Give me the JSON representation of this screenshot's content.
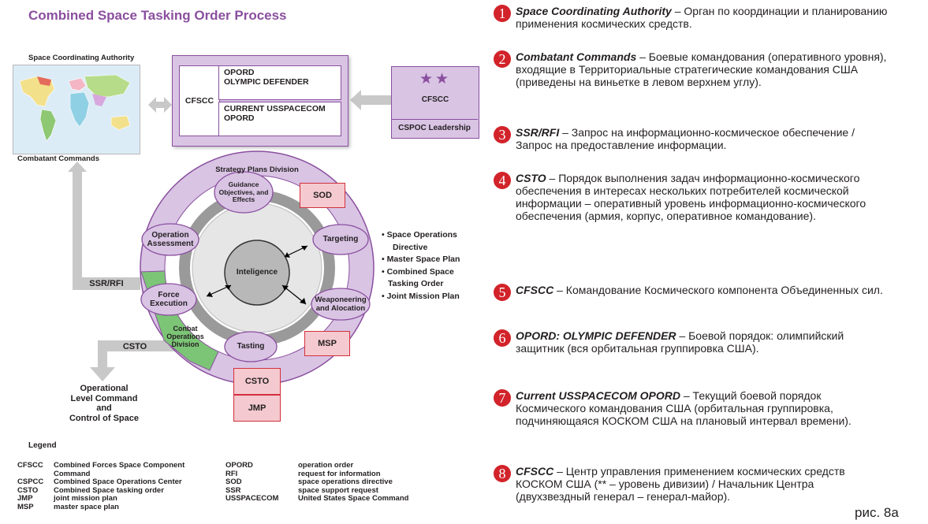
{
  "diagram": {
    "title": "Combined Space Tasking Order Process",
    "sca_label": "Space Coordinating Authority",
    "cc_label": "Combatant Commands",
    "top_box": {
      "cfscc": "CFSCC",
      "opord1": [
        "OPORD",
        "OLYMPIC DEFENDER"
      ],
      "opord2": [
        "CURRENT USSPACECOM",
        "OPORD"
      ]
    },
    "cspoc": {
      "stars": "★★",
      "label": "CFSCC",
      "bottom": "CSPOC Leadership"
    },
    "strategy_division": "Strategy Plans Division",
    "combat_division": [
      "Conbat",
      "Operations",
      "Division"
    ],
    "nodes": {
      "guidance": [
        "Guidance",
        "Objectives, and",
        "Effects"
      ],
      "targeting": "Targeting",
      "operation_assessment": [
        "Operation",
        "Assessment"
      ],
      "intelligence": "Inteligence",
      "force_execution": [
        "Force",
        "Execution"
      ],
      "weaponeering": [
        "Weaponeering",
        "and Alocation"
      ],
      "tasting": "Tasting"
    },
    "red_boxes": {
      "sod": "SOD",
      "msp": "MSP",
      "csto": "CSTO",
      "jmp": "JMP"
    },
    "arrows": {
      "ssr_rfi": "SSR/RFI",
      "csto": "CSTO"
    },
    "bullets": [
      [
        "• Space Operations",
        "Directive"
      ],
      [
        "• Master Space Plan"
      ],
      [
        "• Combined Space",
        "Tasking Order"
      ],
      [
        "• Joint Mission Plan"
      ]
    ],
    "operational": [
      "Operational",
      "Level Command",
      "and",
      "Control of Space"
    ],
    "legend_title": "Legend",
    "legend_left": [
      [
        "CFSCC",
        "Combined Forces Space Component"
      ],
      [
        "",
        "Command"
      ],
      [
        "CSPCC",
        "Combined Space Operations Center"
      ],
      [
        "CSTO",
        "Combined Space tasking order"
      ],
      [
        "JMP",
        "joint mission plan"
      ],
      [
        "MSP",
        "master space plan"
      ]
    ],
    "legend_right": [
      [
        "OPORD",
        "operation order"
      ],
      [
        "RFI",
        "request for information"
      ],
      [
        "SOD",
        "space operations directive"
      ],
      [
        "SSR",
        "space support request"
      ],
      [
        "USSPACECOM",
        "United States Space Command"
      ]
    ]
  },
  "notes": [
    {
      "n": "1",
      "kw": "Space Coordinating Authority",
      "text": " – Орган по координации и планированию применения космических средств."
    },
    {
      "n": "2",
      "kw": "Combatant Commands",
      "text": " – Боевые командования (оперативного уровня), входящие в Территориальные стратегические командования США (приведены на виньетке в левом верхнем углу)."
    },
    {
      "n": "3",
      "kw": "SSR/RFI",
      "text": " – Запрос на информационно-космическое обеспечение / Запрос на предоставление информации."
    },
    {
      "n": "4",
      "kw": "CSTO",
      "text": " – Порядок выполнения задач информационно-космического обеспечения в интересах нескольких потребителей космической информации – оперативный уровень информационно-космического обеспечения (армия, корпус, оперативное командование)."
    },
    {
      "n": "5",
      "kw": "CFSCC",
      "text": " – Командование Космического компонента Объединенных сил."
    },
    {
      "n": "6",
      "kw": "OPORD: OLYMPIC DEFENDER",
      "text": " – Боевой порядок: олимпийский защитник (вся орбитальная группировка США)."
    },
    {
      "n": "7",
      "kw": "Current USSPACECOM OPORD",
      "text": " – Текущий боевой порядок Космического командования США (орбитальная группировка, подчиняющаяся КОСКОМ США на плановый интервал времени)."
    },
    {
      "n": "8",
      "kw": "CFSCC",
      "text": " – Центр управления применением космических средств КОСКОМ США (** – уровень дивизии) / Начальник Центра (двухзвездный генерал – генерал-майор)."
    }
  ],
  "figure_label": "рис. 8а",
  "colors": {
    "purple": "#8a4f9e",
    "lavender": "#d9c4e4",
    "green": "#7cc576",
    "red": "#d2232a",
    "pink": "#f4c9cf",
    "gray_arrow": "#c8c8c8"
  }
}
